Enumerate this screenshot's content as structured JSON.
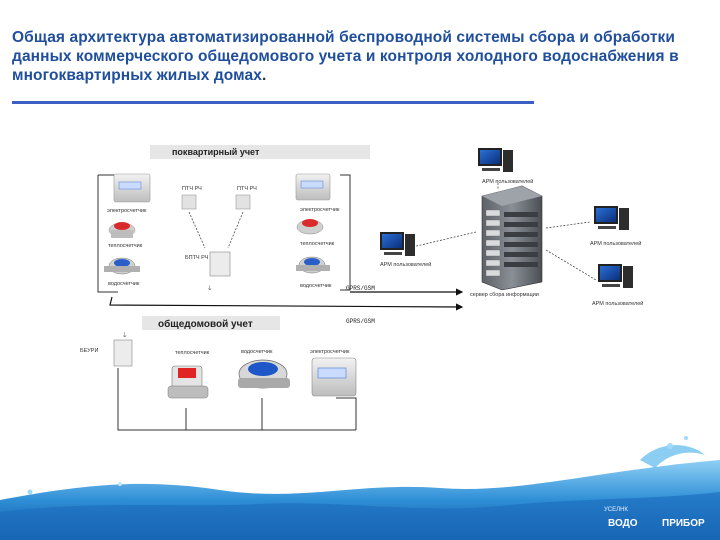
{
  "title": "Общая архитектура автоматизированной беспроводной системы сбора и обработки данных коммерческого общедомового учета и контроля холодного водоснабжения в многоквартирных жилых домах",
  "title_end": ".",
  "sections": {
    "apartment": "поквартирный учет",
    "building": "общедомовой учет"
  },
  "labels": {
    "electric_left": "электросчетчик",
    "heat_left": "теплосчетчик",
    "water_left": "водосчетчик",
    "pts1": "ПТЧ РЧ",
    "pts2": "ПТЧ РЧ",
    "bpts": "БПТЧ РЧ",
    "electric_right": "электросчетчик",
    "heat_right": "теплосчетчик",
    "water_right": "водосчетчик",
    "gsm1": "GPRS/GSM",
    "gsm2": "GPRS/GSM",
    "server": "сервер сбора информации",
    "arm_top": "АРМ пользователей",
    "arm_left": "АРМ пользователей",
    "arm_right1": "АРМ пользователей",
    "arm_right2": "АРМ пользователей",
    "beuri": "БЕУРИ",
    "heat_b": "теплосчетчик",
    "water_b": "водосчетчик",
    "electric_b": "электросчетчик"
  },
  "logo": {
    "top": "УСЕЛНК",
    "left": "ВОДО",
    "right": "ПРИБОР"
  },
  "colors": {
    "title": "#1f4e9c",
    "rule": "#3b5fc4",
    "water": "#2f8fd6"
  }
}
